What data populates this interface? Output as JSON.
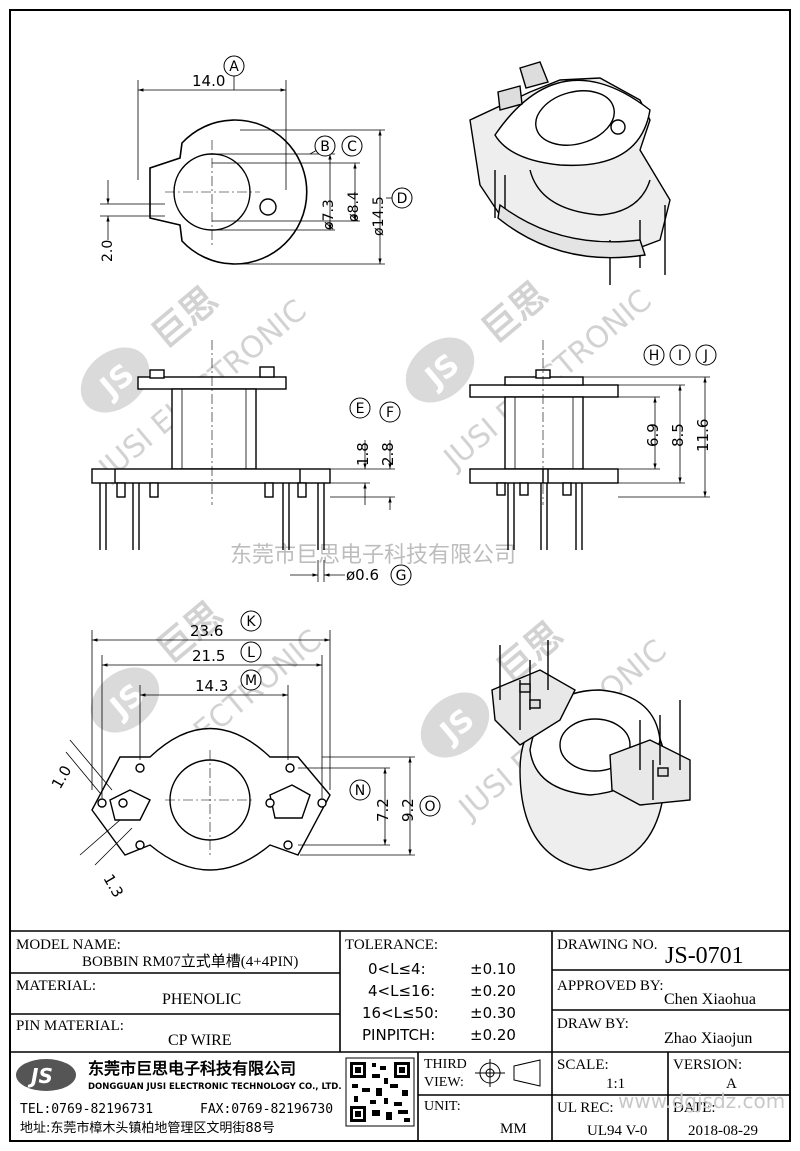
{
  "drawing": {
    "labels": {
      "A": "A",
      "B": "B",
      "C": "C",
      "D": "D",
      "E": "E",
      "F": "F",
      "G": "G",
      "H": "H",
      "I": "I",
      "J": "J",
      "K": "K",
      "L": "L",
      "M": "M",
      "N": "N",
      "O": "O"
    },
    "dims": {
      "a": "14.0",
      "b": "ø7.3",
      "c": "ø8.4",
      "d": "ø14.5",
      "gap": "2.0",
      "e": "1.8",
      "f": "2.8",
      "g": "ø0.6",
      "h": "6.9",
      "i": "8.5",
      "j": "11.6",
      "k": "23.6",
      "l": "21.5",
      "m": "14.3",
      "n": "7.2",
      "o": "9.2",
      "pin_left": "1.0",
      "pin_bottom": "1.3"
    },
    "watermark_company": "东莞市巨思电子科技有限公司",
    "watermark_brand": "JUSI ELECTRONIC",
    "watermark_brand_cn": "巨思"
  },
  "title_block": {
    "model_name_label": "MODEL NAME:",
    "model_name_value": "BOBBIN RM07立式单槽(4+4PIN)",
    "material_label": "MATERIAL:",
    "material_value": "PHENOLIC",
    "pin_material_label": "PIN MATERIAL:",
    "pin_material_value": "CP WIRE",
    "tolerance_label": "TOLERANCE:",
    "tolerances": [
      {
        "range": "0<L≤4:",
        "value": "±0.10"
      },
      {
        "range": "4<L≤16:",
        "value": "±0.20"
      },
      {
        "range": "16<L≤50:",
        "value": "±0.30"
      },
      {
        "range": "PINPITCH:",
        "value": "±0.20"
      }
    ],
    "drawing_no_label": "DRAWING NO.",
    "drawing_no_value": "JS-0701",
    "approved_by_label": "APPROVED BY:",
    "approved_by_value": "Chen Xiaohua",
    "draw_by_label": "DRAW BY:",
    "draw_by_value": "Zhao Xiaojun",
    "third_view_label_1": "THIRD",
    "third_view_label_2": "VIEW:",
    "unit_label": "UNIT:",
    "unit_value": "MM",
    "scale_label": "SCALE:",
    "scale_value": "1:1",
    "version_label": "VERSION:",
    "version_value": "A",
    "ul_rec_label": "UL REC:",
    "ul_rec_value": "UL94 V-0",
    "date_label": "DATE:",
    "date_value": "2018-08-29",
    "company_logo": "JS",
    "company_cn": "东莞市巨思电子科技有限公司",
    "company_en": "DONGGUAN JUSI ELECTRONIC TECHNOLOGY CO., LTD.",
    "tel": "TEL:0769-82196731",
    "fax": "FAX:0769-82196730",
    "address": "地址:东莞市樟木头镇柏地管理区文明街88号",
    "site_watermark": "www.dgjsdz.com"
  }
}
